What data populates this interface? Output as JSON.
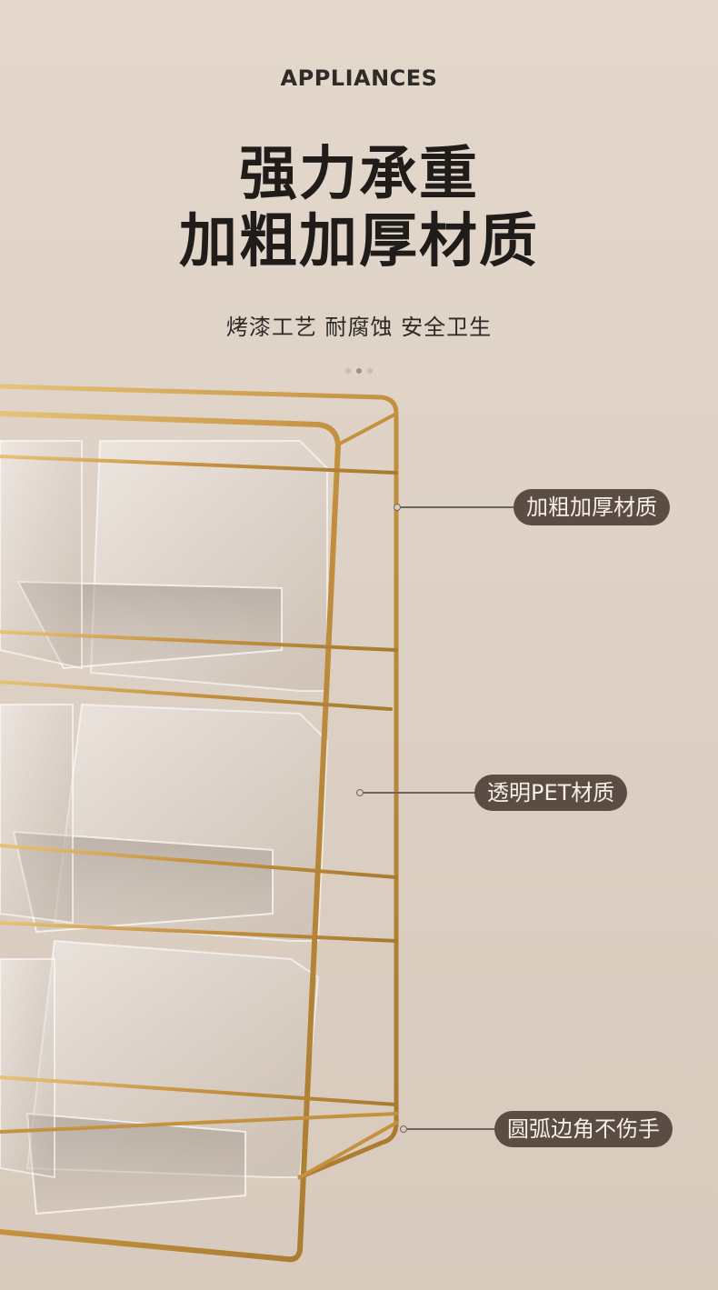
{
  "header": {
    "brand": "APPLIANCES",
    "headline_line1": "强力承重",
    "headline_line2": "加粗加厚材质",
    "subtitle": "烤漆工艺 耐腐蚀 安全卫生"
  },
  "carousel": {
    "page_count": 3,
    "active_index": 1
  },
  "callouts": [
    {
      "label": "加粗加厚材质"
    },
    {
      "label": "透明PET材质"
    },
    {
      "label": "圆弧边角不伤手"
    }
  ],
  "colors": {
    "background": "#ddd0c4",
    "frame_gold": "#c99a45",
    "pill_background": "#5b4d43",
    "pill_text": "#f6efe8",
    "headline_text": "#1f1c1a"
  }
}
